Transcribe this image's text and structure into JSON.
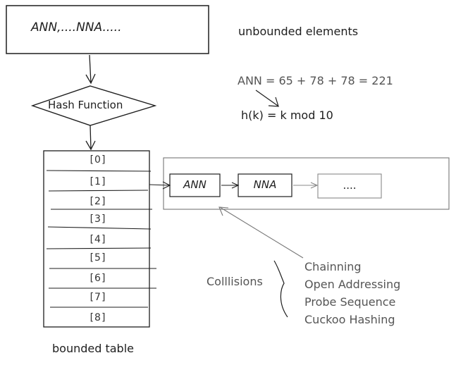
{
  "input_box": {
    "label": "ANN,....NNA....."
  },
  "input_caption": "unbounded elements",
  "hash_node": {
    "label": "Hash Function"
  },
  "equation": "ANN = 65 + 78 + 78 = 221",
  "hash_formula": "h(k) = k mod 10",
  "table": {
    "slots": [
      "[0]",
      "[1]",
      "[2]",
      "[3]",
      "[4]",
      "[5]",
      "[6]",
      "[7]",
      "[8]"
    ],
    "caption": "bounded table"
  },
  "chain": {
    "nodes": [
      "ANN",
      "NNA",
      "...."
    ]
  },
  "collisions": {
    "label": "Colllisions",
    "methods": [
      "Chainning",
      "Open Addressing",
      "Probe Sequence",
      "Cuckoo Hashing"
    ]
  },
  "colors": {
    "stroke": "#1e1e1e",
    "muted": "#777777"
  }
}
